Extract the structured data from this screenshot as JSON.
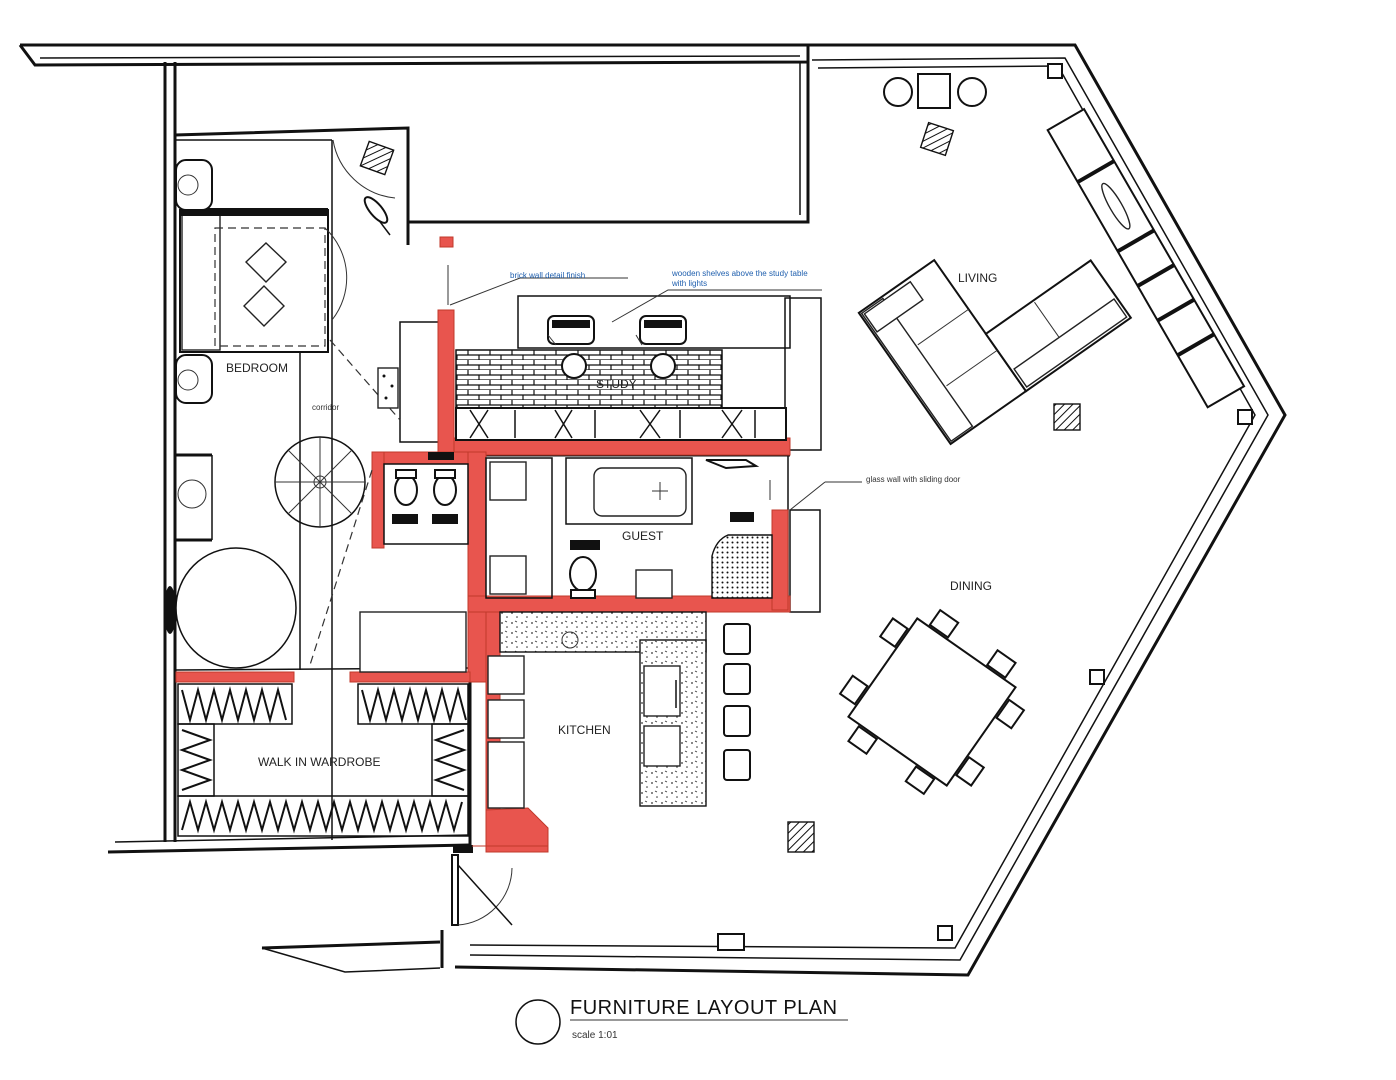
{
  "plan": {
    "title": "FURNITURE LAYOUT PLAN",
    "scale_note": "scale 1:01",
    "rooms": {
      "bedroom": "BEDROOM",
      "walk_in_wardrobe": "WALK IN WARDROBE",
      "kitchen": "KITCHEN",
      "living": "LIVING",
      "dining": "DINING",
      "study": "STUDY",
      "guest": "GUEST"
    },
    "notes": {
      "note_study_left": "brick wall detail finish",
      "note_study_right_1": "wooden shelves above the study table",
      "note_study_right_2": "with lights",
      "note_bath": "glass wall with sliding door",
      "note_corridor": "corridor"
    },
    "colors": {
      "wall": "#111111",
      "new_wall_red": "#e8554e",
      "annotation_blue": "#1f5fae"
    }
  }
}
